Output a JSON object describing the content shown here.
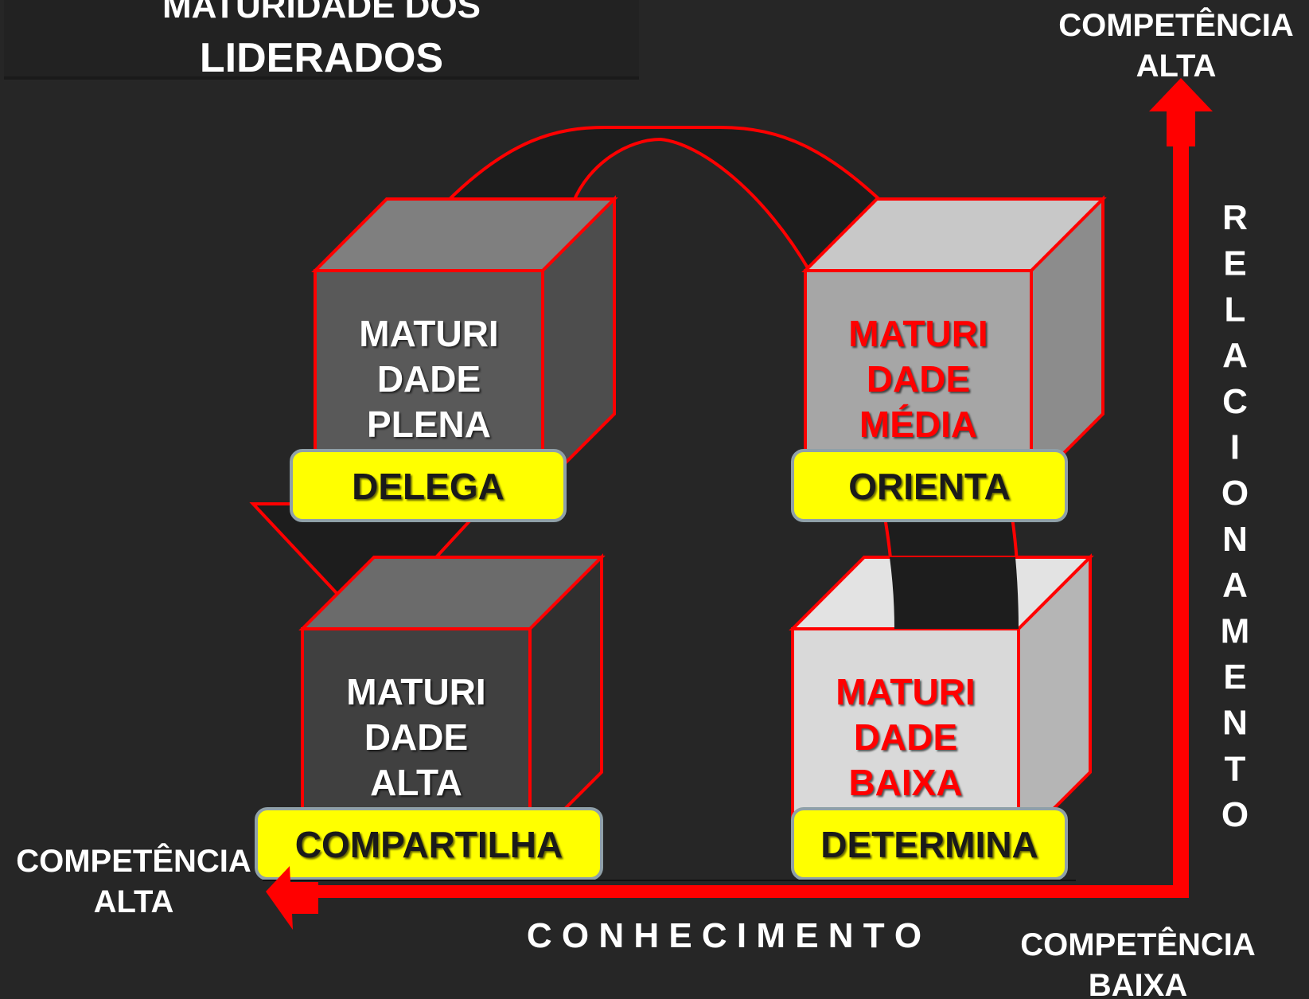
{
  "title": {
    "line1": "MATURIDADE DOS",
    "line2": "LIDERADOS"
  },
  "axes": {
    "top_right": {
      "line1": "COMPETÊNCIA",
      "line2": "ALTA"
    },
    "bottom_left": {
      "line1": "COMPETÊNCIA",
      "line2": "ALTA"
    },
    "bottom_right": {
      "line1": "COMPETÊNCIA",
      "line2": "BAIXA"
    },
    "vertical_letters": [
      "R",
      "E",
      "L",
      "A",
      "C",
      "I",
      "O",
      "N",
      "A",
      "M",
      "E",
      "N",
      "T",
      "O"
    ],
    "horizontal_label": "C O N H E C I M E N T O"
  },
  "cubes": {
    "plena": {
      "lines": [
        "MATURI",
        "DADE",
        "PLENA"
      ],
      "action": "DELEGA"
    },
    "media": {
      "lines": [
        "MATURI",
        "DADE",
        "MÉDIA"
      ],
      "action": "ORIENTA"
    },
    "alta": {
      "lines": [
        "MATURI",
        "DADE",
        "ALTA"
      ],
      "action": "COMPARTILHA"
    },
    "baixa": {
      "lines": [
        "MATURI",
        "DADE",
        "BAIXA"
      ],
      "action": "DETERMINA"
    }
  },
  "colors": {
    "background": "#262626",
    "accent_red": "#ff0000",
    "label_yellow": "#ffff00",
    "text_white": "#ffffff",
    "text_dark": "#1a1a1a"
  }
}
